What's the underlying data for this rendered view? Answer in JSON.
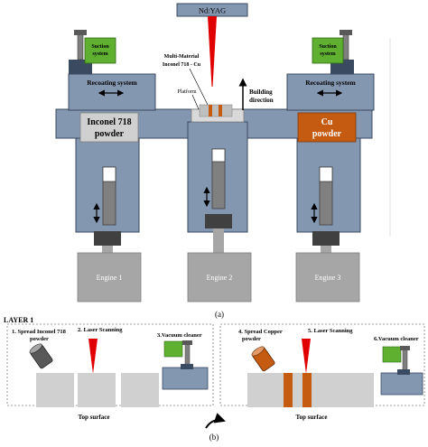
{
  "colors": {
    "blue": "#8497b0",
    "blue_dark": "#3a4a60",
    "green": "#5fb030",
    "gray_block": "#a6a6a6",
    "light_gray": "#d0d0d0",
    "orange": "#c55a11",
    "red": "#e00000",
    "dark": "#404040"
  },
  "top": {
    "laser_source": "Nd:YAG",
    "multi_material_line1": "Multi-Material",
    "multi_material_line2": "Inconel 718 - Cu",
    "platform": "Platform",
    "building_direction_line1": "Building",
    "building_direction_line2": "direction",
    "suction_left_line1": "Suction",
    "suction_left_line2": "system",
    "suction_right_line1": "Suction",
    "suction_right_line2": "system",
    "recoating_left": "Recoating system",
    "recoating_right": "Recoating system",
    "inconel_line1": "Inconel 718",
    "inconel_line2": "powder",
    "cu_line1": "Cu",
    "cu_line2": "powder",
    "engine_1": "Engine 1",
    "engine_2": "Engine 2",
    "engine_3": "Engine 3",
    "label_a": "(a)"
  },
  "bottom": {
    "layer_title": "LAYER 1",
    "step1_line1": "1. Spread Inconel 718",
    "step1_line2": "powder",
    "step2": "2. Laser Scanning",
    "step3": "3.Vacuum cleaner",
    "top_surface_left": "Top surface",
    "step4_line1": "4. Spread Copper",
    "step4_line2": "powder",
    "step5": "5. Laser Scanning",
    "step6": "6.Vacuum cleaner",
    "top_surface_right": "Top surface",
    "label_b": "(b)"
  }
}
